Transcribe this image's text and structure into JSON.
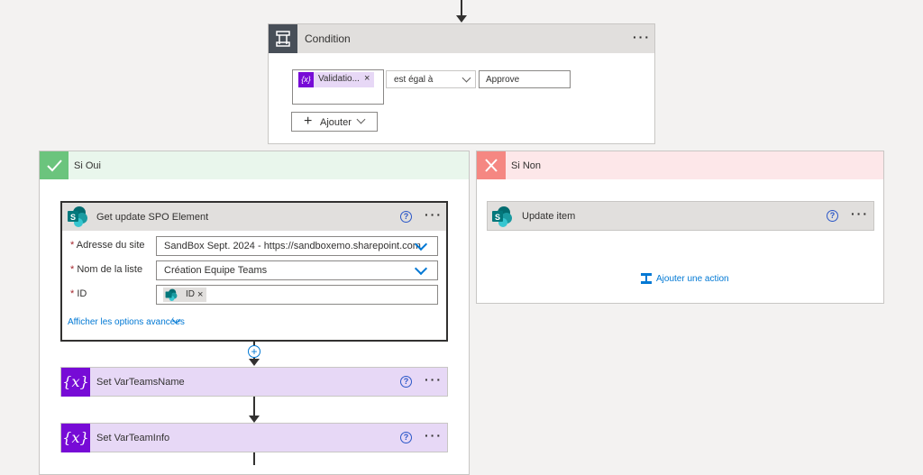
{
  "condition": {
    "title": "Condition",
    "token_label": "Validatio...",
    "operator": "est égal à",
    "value": "Approve",
    "add_button": "Ajouter"
  },
  "branch_yes": {
    "title": "Si Oui"
  },
  "branch_no": {
    "title": "Si Non",
    "action_title": "Update item",
    "add_action": "Ajouter une action"
  },
  "get_update": {
    "title": "Get update SPO Element",
    "fields": [
      {
        "label": "Adresse du site",
        "value": "SandBox Sept. 2024 - https://sandboxemo.sharepoint.com"
      },
      {
        "label": "Nom de la liste",
        "value": "Création Equipe Teams"
      },
      {
        "label": "ID",
        "token": "ID"
      }
    ],
    "advanced_link": "Afficher les options avancées"
  },
  "set_var_1": {
    "title": "Set VarTeamsName"
  },
  "set_var_2": {
    "title": "Set VarTeamInfo"
  },
  "colors": {
    "condition_header": "#e1dfdd",
    "yes_header": "#e9f6ec",
    "yes_check": "#6bc47d",
    "no_header": "#fde7e9",
    "no_x": "#f58782",
    "variable_bg": "#e7d8f6",
    "variable_icon": "#770bd6",
    "sharepoint_green": "#038387",
    "link_blue": "#0078d4"
  },
  "icons": [
    "condition-icon",
    "check-icon",
    "x-icon",
    "sharepoint-icon",
    "variable-icon",
    "help-icon",
    "more-icon",
    "chevron-down-icon",
    "plus-icon",
    "add-action-icon"
  ]
}
